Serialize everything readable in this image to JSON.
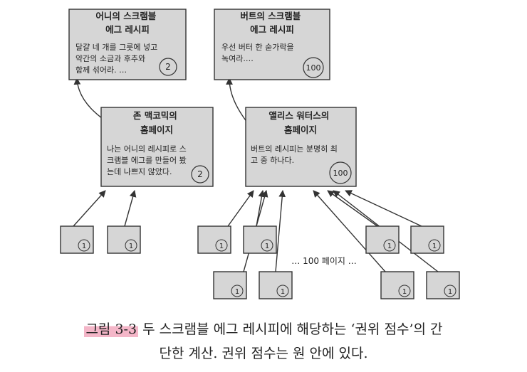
{
  "pages": [
    {
      "id": "onee",
      "title_lines": [
        "어니의 스크램블",
        "에그 레시피"
      ],
      "body_lines": [
        "달걀 네 개를 그릇에 넣고",
        "약간의 소금과 후추와",
        "함께 섞어라. …"
      ],
      "score": "2"
    },
    {
      "id": "bert",
      "title_lines": [
        "버트의 스크램블",
        "에그 레시피"
      ],
      "body_lines": [
        "우선 버터 한 숟가락을",
        "녹여라.…"
      ],
      "score": "100"
    },
    {
      "id": "john",
      "title_lines": [
        "존 맥코믹의",
        "홈페이지"
      ],
      "body_lines": [
        "나는 어니의 레시피로 스",
        "크램블 에그를 만들어 봤",
        "는데 나쁘지 않았다."
      ],
      "score": "2"
    },
    {
      "id": "alice",
      "title_lines": [
        "앨리스 워터스의",
        "홈페이지"
      ],
      "body_lines": [
        "버트의 레시피는 분명히 최",
        "고 중 하나다."
      ],
      "score": "100"
    }
  ],
  "small_page_score": "1",
  "ellipsis_label": "… 100 페이지 …",
  "caption": {
    "figure_label": "그림 3-3",
    "line1_rest": " 두 스크램블 에그 레시피에 해당하는 ‘권위 점수’의 간",
    "line2": "단한 계산. 권위 점수는 원 안에 있다."
  },
  "colors": {
    "box_fill": "#d6d6d6",
    "stroke": "#333333",
    "highlight": "#f4b6c8"
  }
}
